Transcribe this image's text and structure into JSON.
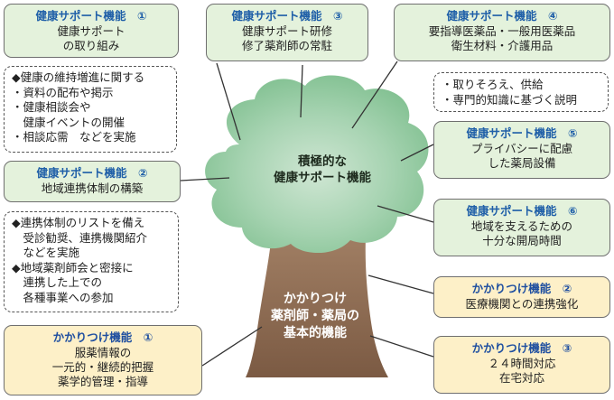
{
  "tree": {
    "crown_lines": [
      "積極的な",
      "健康サポート機能"
    ],
    "trunk_lines": [
      "かかりつけ",
      "薬剤師・薬局の",
      "基本的機能"
    ]
  },
  "health_boxes": [
    {
      "title": "健康サポート機能　①",
      "lines": [
        "健康サポート",
        "の取り組み"
      ]
    },
    {
      "title": "健康サポート機能　②",
      "lines": [
        "地域連携体制の構築"
      ]
    },
    {
      "title": "健康サポート機能　③",
      "lines": [
        "健康サポート研修",
        "修了薬剤師の常駐"
      ]
    },
    {
      "title": "健康サポート機能　④",
      "lines": [
        "要指導医薬品・一般用医薬品",
        "衛生材料・介護用品"
      ]
    },
    {
      "title": "健康サポート機能　⑤",
      "lines": [
        "プライバシーに配慮",
        "した薬局設備"
      ]
    },
    {
      "title": "健康サポート機能　⑥",
      "lines": [
        "地域を支えるための",
        "十分な開局時間"
      ]
    }
  ],
  "kakaritsuke_boxes": [
    {
      "title": "かかりつけ機能　①",
      "lines": [
        "服薬情報の",
        "一元的・継続的把握",
        "薬学的管理・指導"
      ]
    },
    {
      "title": "かかりつけ機能　②",
      "lines": [
        "医療機関との連携強化"
      ]
    },
    {
      "title": "かかりつけ機能　③",
      "lines": [
        "２４時間対応",
        "在宅対応"
      ]
    }
  ],
  "notes": {
    "note1": [
      "◆健康の維持増進に関する",
      "・資料の配布や掲示",
      "・健康相談会や",
      "　健康イベントの開催",
      "・相談応需　などを実施"
    ],
    "note2": [
      "◆連携体制のリストを備え",
      "　受診勧奨、連携機関紹介",
      "　などを実施",
      "◆地域薬剤師会と密接に",
      "　連携した上での",
      "　各種事業への参加"
    ],
    "note3": [
      "・取りそろえ、供給",
      "・専門的知識に基づく説明"
    ]
  },
  "colors": {
    "crown": "#8fc7a0",
    "trunk": "#8c6a52",
    "green_box": "#e4f2dc",
    "yellow_box": "#fdf0c8",
    "title_blue": "#1f5fa8"
  }
}
